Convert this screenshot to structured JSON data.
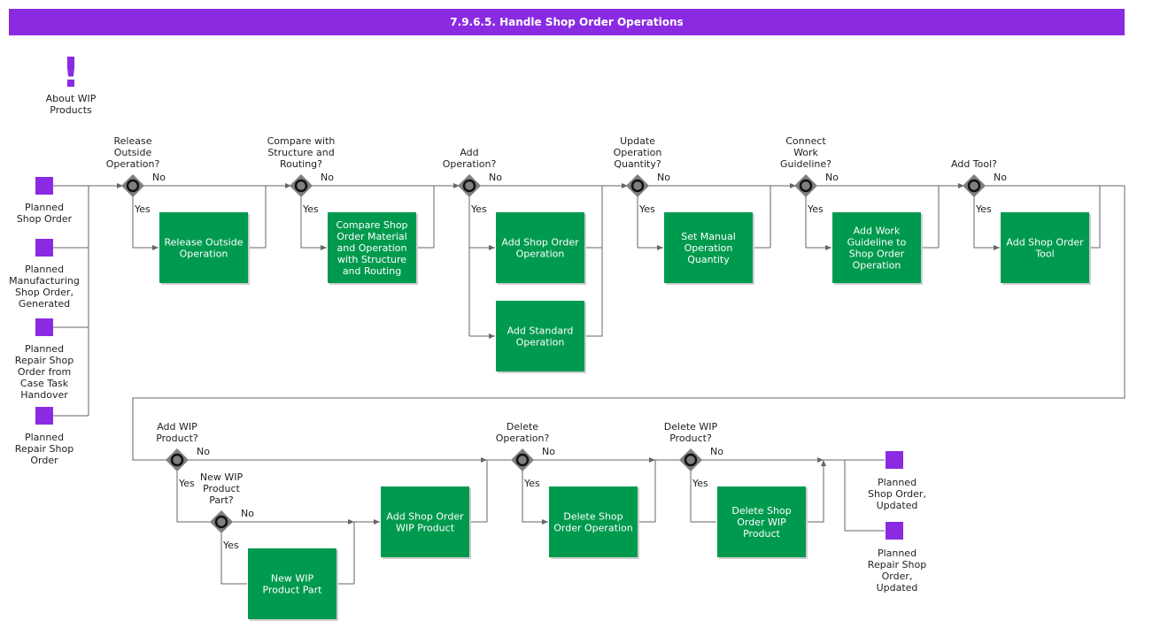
{
  "title": "7.9.6.5. Handle Shop Order Operations",
  "note": {
    "icon": "exclamation-icon",
    "label": [
      "About WIP",
      "Products"
    ]
  },
  "start_events": [
    {
      "id": "se1",
      "label": [
        "Planned",
        "Shop Order"
      ]
    },
    {
      "id": "se2",
      "label": [
        "Planned",
        "Manufacturing",
        "Shop Order,",
        "Generated"
      ]
    },
    {
      "id": "se3",
      "label": [
        "Planned",
        "Repair Shop",
        "Order from",
        "Case Task",
        "Handover"
      ]
    },
    {
      "id": "se4",
      "label": [
        "Planned",
        "Repair Shop",
        "Order"
      ]
    }
  ],
  "end_events": [
    {
      "id": "ee1",
      "label": [
        "Planned",
        "Shop Order,",
        "Updated"
      ]
    },
    {
      "id": "ee2",
      "label": [
        "Planned",
        "Repair Shop",
        "Order,",
        "Updated"
      ]
    }
  ],
  "gateways": [
    {
      "id": "g1",
      "label": [
        "Release",
        "Outside",
        "Operation?"
      ]
    },
    {
      "id": "g2",
      "label": [
        "Compare with",
        "Structure and",
        "Routing?"
      ]
    },
    {
      "id": "g3",
      "label": [
        "Add",
        "Operation?"
      ]
    },
    {
      "id": "g4",
      "label": [
        "Update",
        "Operation",
        "Quantity?"
      ]
    },
    {
      "id": "g5",
      "label": [
        "Connect",
        "Work",
        "Guideline?"
      ]
    },
    {
      "id": "g6",
      "label": [
        "Add Tool?"
      ]
    },
    {
      "id": "g7",
      "label": [
        "Add WIP",
        "Product?"
      ]
    },
    {
      "id": "g8",
      "label": [
        "New WIP",
        "Product",
        "Part?"
      ]
    },
    {
      "id": "g9",
      "label": [
        "Delete",
        "Operation?"
      ]
    },
    {
      "id": "g10",
      "label": [
        "Delete WIP",
        "Product?"
      ]
    }
  ],
  "activities": [
    {
      "id": "a1",
      "label": [
        "Release Outside",
        "Operation"
      ]
    },
    {
      "id": "a2",
      "label": [
        "Compare Shop",
        "Order Material",
        "and Operation",
        "with Structure",
        "and Routing"
      ]
    },
    {
      "id": "a3",
      "label": [
        "Add Shop Order",
        "Operation"
      ]
    },
    {
      "id": "a4",
      "label": [
        "Add Standard",
        "Operation"
      ]
    },
    {
      "id": "a5",
      "label": [
        "Set Manual",
        "Operation",
        "Quantity"
      ]
    },
    {
      "id": "a6",
      "label": [
        "Add Work",
        "Guideline to",
        "Shop Order",
        "Operation"
      ]
    },
    {
      "id": "a7",
      "label": [
        "Add Shop Order",
        "Tool"
      ]
    },
    {
      "id": "a8",
      "label": [
        "Add Shop Order",
        "WIP Product"
      ]
    },
    {
      "id": "a9",
      "label": [
        "New WIP",
        "Product Part"
      ]
    },
    {
      "id": "a10",
      "label": [
        "Delete Shop",
        "Order Operation"
      ]
    },
    {
      "id": "a11",
      "label": [
        "Delete Shop",
        "Order WIP",
        "Product"
      ]
    }
  ],
  "edge_labels": {
    "yes": "Yes",
    "no": "No"
  },
  "colors": {
    "header": "#8a2be2",
    "activity": "#009a4e",
    "event": "#8a2be2",
    "gateway": "#7f7f7f"
  }
}
